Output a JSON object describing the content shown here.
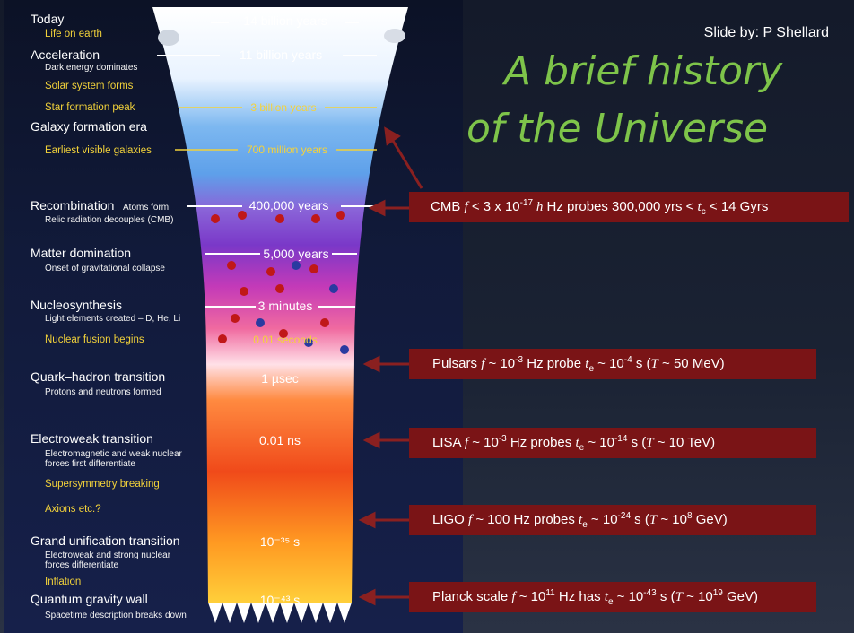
{
  "credit": "Slide by: P Shellard",
  "title": {
    "line1": "A brief history",
    "line2": "of  the Universe"
  },
  "eras": [
    {
      "label": "Today",
      "style": "main"
    },
    {
      "label": "Life on earth",
      "style": "yellow"
    },
    {
      "label": "Acceleration",
      "style": "main"
    },
    {
      "label": "Dark energy dominates",
      "style": "sub"
    },
    {
      "label": "Solar system forms",
      "style": "yellow"
    },
    {
      "label": "Star formation peak",
      "style": "yellow"
    },
    {
      "label": "Galaxy formation era",
      "style": "main"
    },
    {
      "label": "Earliest visible galaxies",
      "style": "yellow"
    },
    {
      "label": "Recombination",
      "style": "main"
    },
    {
      "label": "Atoms form",
      "style": "sub"
    },
    {
      "label": "Relic radiation decouples (CMB)",
      "style": "sub"
    },
    {
      "label": "Matter domination",
      "style": "main"
    },
    {
      "label": "Onset of gravitational collapse",
      "style": "sub"
    },
    {
      "label": "Nucleosynthesis",
      "style": "main"
    },
    {
      "label": "Light elements created – D, He, Li",
      "style": "sub"
    },
    {
      "label": "Nuclear fusion begins",
      "style": "yellow"
    },
    {
      "label": "Quark–hadron transition",
      "style": "main"
    },
    {
      "label": "Protons and neutrons formed",
      "style": "sub"
    },
    {
      "label": "Electroweak transition",
      "style": "main"
    },
    {
      "label": "Electromagnetic and weak nuclear",
      "style": "sub"
    },
    {
      "label": "forces first differentiate",
      "style": "sub"
    },
    {
      "label": "Supersymmetry breaking",
      "style": "yellow"
    },
    {
      "label": "Axions etc.?",
      "style": "yellow"
    },
    {
      "label": "Grand unification transition",
      "style": "main"
    },
    {
      "label": "Electroweak and strong nuclear",
      "style": "sub"
    },
    {
      "label": "forces differentiate",
      "style": "sub"
    },
    {
      "label": "Inflation",
      "style": "yellow"
    },
    {
      "label": "Quantum gravity wall",
      "style": "main"
    },
    {
      "label": "Spacetime description breaks down",
      "style": "sub"
    }
  ],
  "times": [
    {
      "label": "14 billion years"
    },
    {
      "label": "11 billion years"
    },
    {
      "label": "3 billion years"
    },
    {
      "label": "700 million years"
    },
    {
      "label": "400,000 years"
    },
    {
      "label": "5,000 years"
    },
    {
      "label": "3 minutes"
    },
    {
      "label": "0.01 seconds"
    },
    {
      "label": "1 µsec"
    },
    {
      "label": "0.01 ns"
    },
    {
      "label": "10⁻³⁵ s"
    },
    {
      "label": "10⁻⁴³ s"
    }
  ],
  "callouts": {
    "cmb": {
      "name": "CMB",
      "f": "f",
      "rel": " < 3 x 10",
      "exp": "-17",
      "h": " h",
      "rest": " Hz probes 300,000 yrs < ",
      "t": "t",
      "tsub": "c",
      "end": " < 14 Gyrs"
    },
    "pulsars": {
      "name": "Pulsars",
      "f": "f",
      "rel": " ~ 10",
      "exp": "-3",
      "mid": " Hz probe ",
      "t": "t",
      "tsub": "e",
      "rel2": " ~ 10",
      "exp2": "-4",
      "s": " s (",
      "T": "T",
      "tval": " ~ 50 MeV)"
    },
    "lisa": {
      "name": "LISA",
      "f": "f",
      "rel": " ~ 10",
      "exp": "-3",
      "mid": " Hz probes ",
      "t": "t",
      "tsub": "e",
      "rel2": " ~ 10",
      "exp2": "-14",
      "s": " s (",
      "T": "T",
      "tval": " ~ 10 TeV)"
    },
    "ligo": {
      "name": "LIGO",
      "f": "f",
      "mid": " ~ 100 Hz probes ",
      "t": "t",
      "tsub": "e",
      "rel2": " ~ 10",
      "exp2": "-24",
      "s": " s (",
      "T": "T",
      "tval1": " ~ 10",
      "texp": "8",
      "tval2": " GeV)"
    },
    "planck": {
      "name": "Planck scale",
      "f": "f",
      "rel": " ~ 10",
      "exp": "11",
      "mid": " Hz has ",
      "t": "t",
      "tsub": "e",
      "rel2": " ~ 10",
      "exp2": "-43",
      "s": " s (",
      "T": "T",
      "tval1": " ~ 10",
      "texp": "19",
      "tval2": " GeV)"
    }
  },
  "colors": {
    "callout_bg": "#7a1416",
    "title": "#7ec44a",
    "arrow": "#8a2020",
    "yellow_text": "#f2d23a"
  }
}
